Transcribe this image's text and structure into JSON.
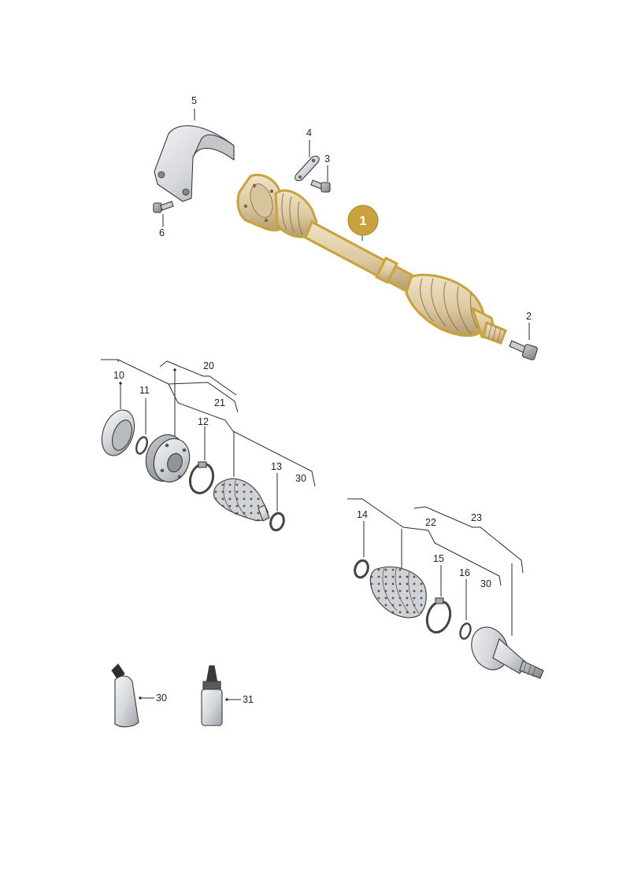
{
  "highlight_color": "#c9a23c",
  "part_fill": "#dcdfe3",
  "shaft_fill": "#e3d3b0",
  "callouts": {
    "c1": "1",
    "c2": "2",
    "c3": "3",
    "c4": "4",
    "c5": "5",
    "c6": "6",
    "c10": "10",
    "c11": "11",
    "c12": "12",
    "c13": "13",
    "c14": "14",
    "c15": "15",
    "c16": "16",
    "c20": "20",
    "c21": "21",
    "c22": "22",
    "c23": "23",
    "c30a": "30",
    "c30b": "30",
    "c30c": "30",
    "c31": "31"
  }
}
